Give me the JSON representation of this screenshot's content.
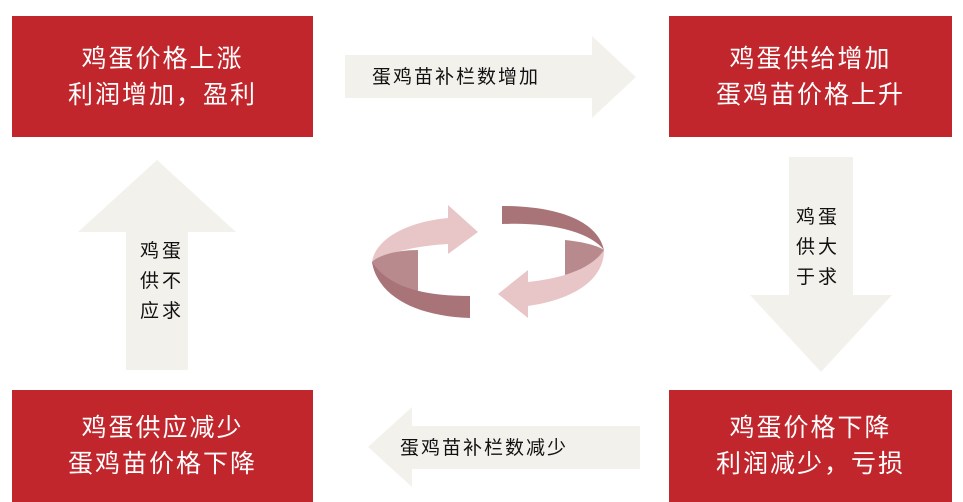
{
  "boxes": {
    "top_left": [
      "鸡蛋价格上涨",
      "利润增加，盈利"
    ],
    "top_right": [
      "鸡蛋供给增加",
      "蛋鸡苗价格上升"
    ],
    "bottom_left": [
      "鸡蛋供应减少",
      "蛋鸡苗价格下降"
    ],
    "bottom_right": [
      "鸡蛋价格下降",
      "利润减少，亏损"
    ]
  },
  "arrows": {
    "top": "蛋鸡苗补栏数增加",
    "bottom": "蛋鸡苗补栏数减少",
    "right": [
      "鸡蛋",
      "供大",
      "于求"
    ],
    "left": [
      "鸡蛋",
      "供不",
      "应求"
    ]
  },
  "colors": {
    "box": "#c0262c",
    "arrow": "#f3f1ec",
    "cycle_light": "#e8c6c7",
    "cycle_dark": "#b98a8d"
  }
}
